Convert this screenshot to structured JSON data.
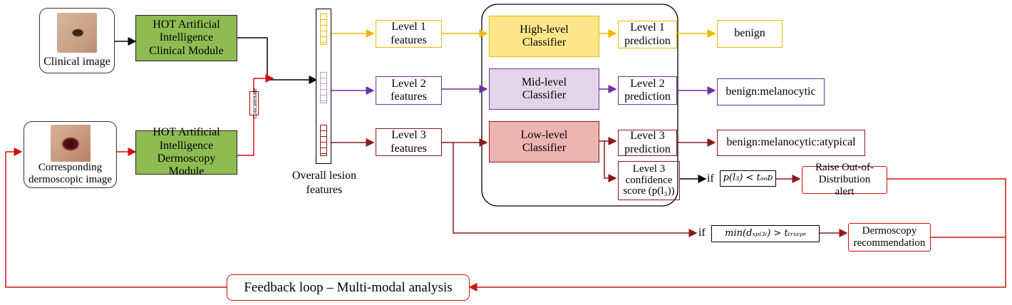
{
  "inputs": {
    "clinical_label": "Clinical image",
    "dermoscopic_label": "Corresponding dermoscopic image"
  },
  "modules": {
    "clinical": "HOT Artificial Intelligence Clinical Module",
    "dermoscopy": "HOT Artificial Intelligence Dermoscopy Module",
    "concat": "concatenate"
  },
  "features": {
    "overall": "Overall lesion features",
    "level1": "Level 1 features",
    "level2": "Level 2 features",
    "level3": "Level 3 features"
  },
  "classifiers": {
    "high": "High-level Classifier",
    "mid": "Mid-level Classifier",
    "low": "Low-level Classifier"
  },
  "predictions": {
    "level1": "Level 1 prediction",
    "level2": "Level 2 prediction",
    "level3": "Level 3 prediction",
    "confidence": "Level 3 confidence score (p(l₃))"
  },
  "outputs": {
    "level1": "benign",
    "level2": "benign:melanocytic",
    "level3": "benign:melanocytic:atypical"
  },
  "conditions": {
    "if_word": "if",
    "ood": "p(l₃) < tₒₒᴅ",
    "triage": "min(dₓₚₗ₃ᵢ) > tₜᵣᵢₐᵧₑ"
  },
  "alerts": {
    "ood": "Raise Out-of-Distribution alert",
    "dermoscopy": "Dermoscopy recommendation"
  },
  "feedback": "Feedback loop – Multi-modal analysis",
  "colors": {
    "level1": "#f2b800",
    "level1_fill": "#fde68a",
    "level2": "#7030a0",
    "level2_fill": "#e3d4ea",
    "level3": "#8b1a1a",
    "level3_fill": "#ebb4b0",
    "red": "#d01010",
    "module_fill": "#8fbc52"
  }
}
